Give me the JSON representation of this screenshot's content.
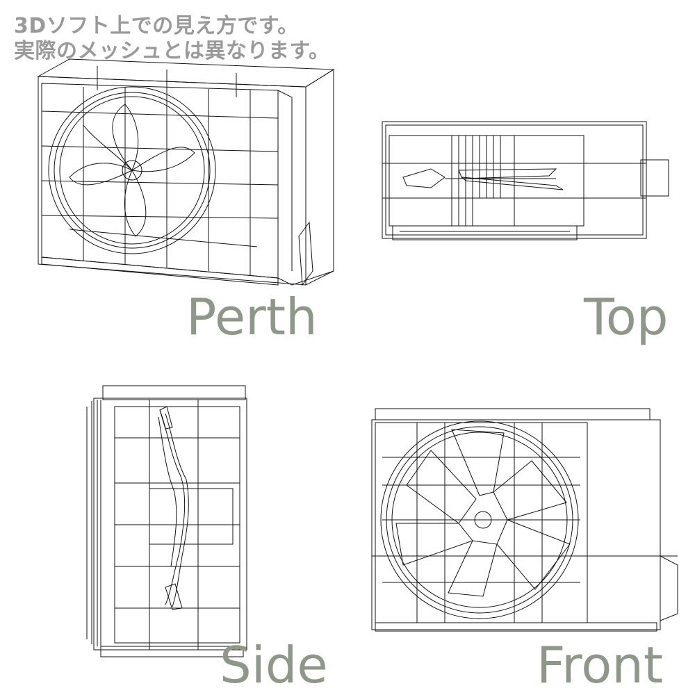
{
  "note": {
    "line1": "3Dソフト上での見え方です。",
    "line2": "実際のメッシュとは異なります。"
  },
  "views": {
    "perth": "Perth",
    "top": "Top",
    "side": "Side",
    "front": "Front"
  },
  "colors": {
    "label": "#8f978a",
    "note": "#9a9a9a",
    "wire": "#111111"
  }
}
